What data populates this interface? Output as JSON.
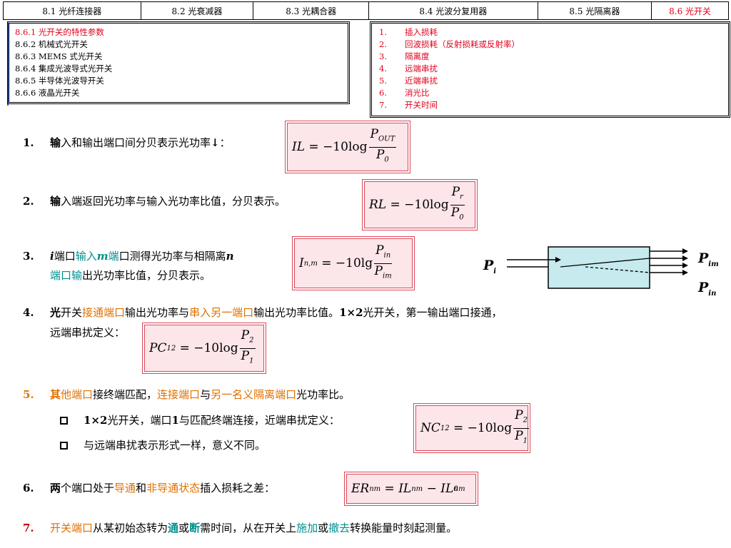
{
  "tabs": [
    {
      "label": "8.1 光纤连接器",
      "active": false
    },
    {
      "label": "8.2 光衰减器",
      "active": false
    },
    {
      "label": "8.3 光耦合器",
      "active": false
    },
    {
      "label": "8.4 光波分复用器",
      "active": false
    },
    {
      "label": "8.5 光隔离器",
      "active": false
    },
    {
      "label": "8.6 光开关",
      "active": true
    }
  ],
  "subtopics": [
    "8.6.1 光开关的特性参数",
    "8.6.2 机械式光开关",
    "8.6.3 MEMS 式光开关",
    "8.6.4 集成光波导式光开关",
    "8.6.5 半导体光波导开关",
    "8.6.6 液晶光开关"
  ],
  "params": [
    {
      "n": "1.",
      "t": "插入损耗"
    },
    {
      "n": "2.",
      "t": "回波损耗（反射损耗或反射率）"
    },
    {
      "n": "3.",
      "t": "隔离度"
    },
    {
      "n": "4.",
      "t": "远端串扰"
    },
    {
      "n": "5.",
      "t": "近端串扰"
    },
    {
      "n": "6.",
      "t": "消光比"
    },
    {
      "n": "7.",
      "t": "开关时间"
    }
  ],
  "items": {
    "i1": {
      "num": "1.",
      "b": "输",
      "t": "入和输出端口间分贝表示光功率",
      "arrow": "↓",
      "colon": "："
    },
    "i2": {
      "num": "2.",
      "b": "输",
      "t": "入端返回光功率与输入光功率比值，分贝表示。"
    },
    "i3": {
      "num": "3.",
      "i": "i",
      "a": "端口",
      "b1": "输入",
      "m": "m",
      "b2": "端",
      "c": "口测得光功率与相隔离",
      "n": "n",
      "d": "端口输",
      "e": "出光功率比值，分贝表示。"
    },
    "i4": {
      "num": "4.",
      "a": "光",
      "b": "开关",
      "c": "接通端口",
      "d": "输出光功率与",
      "e": "串入另一端口",
      "f": "输出光功率比值。",
      "g": "1×2",
      "h": "光开关，第一输出端口接通，",
      "line2": "远端串扰定义："
    },
    "i5": {
      "num": "5.",
      "a": "其",
      "b": "他端口",
      "c": "接终端匹配，",
      "d": "连接端口",
      "e": "与",
      "f": "另一名义隔离端口",
      "g": "光功率比。"
    },
    "i5a": {
      "b": "1×2",
      "t": "光开关，端口",
      "b2": "1",
      "t2": "与匹配终端连接，近端串扰定义："
    },
    "i5b": {
      "t": "与远端串扰表示形式一样，意义不同。"
    },
    "i6": {
      "num": "6.",
      "b": "两",
      "t": "个端口处于",
      "o1": "导通",
      "t2": "和",
      "o2": "非导通状态",
      "t3": "插入损耗之差："
    },
    "i7": {
      "num": "7.",
      "r": "开关端口",
      "t": "从某初始态转为",
      "tl1": "通",
      "t2": "或",
      "tl2": "断",
      "t3": "需时间，从在开关上",
      "tl3": "施加",
      "t4": "或",
      "tl4": "撤去",
      "t5": "转换能量时刻起测量。"
    }
  },
  "diagram": {
    "pi": "P",
    "pi_sub": "i",
    "pim": "P",
    "pim_sub": "im",
    "pin": "P",
    "pin_sub": "in"
  }
}
